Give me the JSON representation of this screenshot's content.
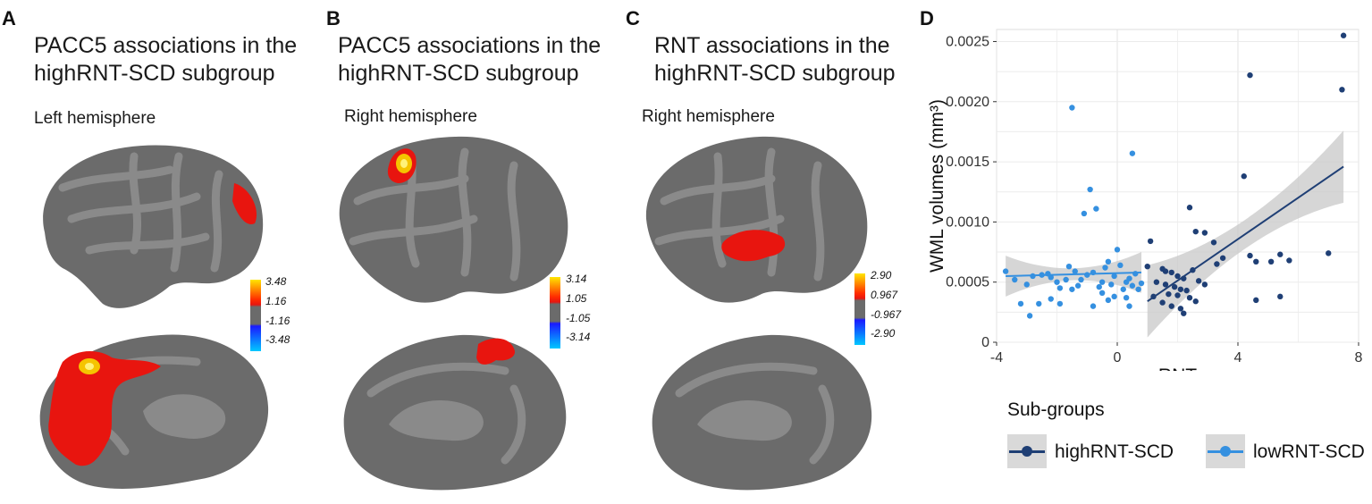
{
  "panels": [
    {
      "letter": "A",
      "title_line1": "PACC5 associations in the",
      "title_line2": "highRNT-SCD subgroup",
      "hemisphere": "Left hemisphere",
      "colorbar": [
        "3.48",
        "1.16",
        "-1.16",
        "-3.48"
      ]
    },
    {
      "letter": "B",
      "title_line1": "PACC5 associations in the",
      "title_line2": "highRNT-SCD subgroup",
      "hemisphere": "Right hemisphere",
      "colorbar": [
        "3.14",
        "1.05",
        "-1.05",
        "-3.14"
      ]
    },
    {
      "letter": "C",
      "title_line1": "RNT associations in the",
      "title_line2": "highRNT-SCD subgroup",
      "hemisphere": "Right hemisphere",
      "colorbar": [
        "2.90",
        "0.967",
        "-0.967",
        "-2.90"
      ]
    }
  ],
  "chart_data": {
    "letter": "D",
    "type": "scatter",
    "xlabel": "RNT",
    "ylabel": "WML volumes (mm³)",
    "xlim": [
      -4,
      8
    ],
    "ylim": [
      0,
      0.0026
    ],
    "xticks": [
      "-4",
      "0",
      "4",
      "8"
    ],
    "yticks": [
      "0",
      "0.0005",
      "0.0010",
      "0.0015",
      "0.0020",
      "0.0025"
    ],
    "grid": true,
    "legend_title": "Sub-groups",
    "legend_position": "bottom",
    "series": [
      {
        "name": "highRNT-SCD",
        "color": "#1f3f75",
        "points": [
          [
            7.5,
            0.00255
          ],
          [
            7.45,
            0.0021
          ],
          [
            4.4,
            0.00222
          ],
          [
            4.2,
            0.00138
          ],
          [
            2.4,
            0.00112
          ],
          [
            3.2,
            0.00083
          ],
          [
            2.6,
            0.00092
          ],
          [
            1.1,
            0.00084
          ],
          [
            2.9,
            0.00091
          ],
          [
            4.4,
            0.00072
          ],
          [
            4.6,
            0.00067
          ],
          [
            5.1,
            0.00067
          ],
          [
            5.4,
            0.00073
          ],
          [
            5.7,
            0.00068
          ],
          [
            7.0,
            0.00074
          ],
          [
            5.4,
            0.00038
          ],
          [
            4.6,
            0.00035
          ],
          [
            1.0,
            0.00063
          ],
          [
            1.5,
            0.00061
          ],
          [
            1.6,
            0.00059
          ],
          [
            1.8,
            0.00058
          ],
          [
            2.0,
            0.00055
          ],
          [
            2.2,
            0.00053
          ],
          [
            2.5,
            0.0006
          ],
          [
            2.7,
            0.00051
          ],
          [
            1.3,
            0.0005
          ],
          [
            1.6,
            0.00048
          ],
          [
            1.9,
            0.00046
          ],
          [
            2.1,
            0.00044
          ],
          [
            2.3,
            0.00043
          ],
          [
            1.7,
            0.0004
          ],
          [
            2.0,
            0.00039
          ],
          [
            2.4,
            0.00037
          ],
          [
            2.6,
            0.00034
          ],
          [
            1.8,
            0.0003
          ],
          [
            2.1,
            0.00028
          ],
          [
            2.2,
            0.00024
          ],
          [
            1.5,
            0.00033
          ],
          [
            3.3,
            0.00065
          ],
          [
            3.5,
            0.0007
          ],
          [
            1.2,
            0.00038
          ],
          [
            2.9,
            0.00048
          ]
        ],
        "fit": {
          "x": [
            1.0,
            7.5
          ],
          "y": [
            0.00034,
            0.00146
          ]
        }
      },
      {
        "name": "lowRNT-SCD",
        "color": "#3590e0",
        "points": [
          [
            -1.5,
            0.00195
          ],
          [
            0.5,
            0.00157
          ],
          [
            -0.9,
            0.00127
          ],
          [
            -1.1,
            0.00107
          ],
          [
            -0.7,
            0.00111
          ],
          [
            -3.7,
            0.00059
          ],
          [
            -3.4,
            0.00052
          ],
          [
            -3.0,
            0.00048
          ],
          [
            -2.8,
            0.00055
          ],
          [
            -2.5,
            0.00056
          ],
          [
            -2.3,
            0.00057
          ],
          [
            -2.2,
            0.00054
          ],
          [
            -2.0,
            0.0005
          ],
          [
            -1.9,
            0.00045
          ],
          [
            -1.7,
            0.00052
          ],
          [
            -1.6,
            0.00063
          ],
          [
            -1.4,
            0.00059
          ],
          [
            -1.3,
            0.00047
          ],
          [
            -1.2,
            0.00052
          ],
          [
            -1.0,
            0.00056
          ],
          [
            -0.8,
            0.00058
          ],
          [
            -0.6,
            0.00046
          ],
          [
            -0.5,
            0.0005
          ],
          [
            -0.4,
            0.00062
          ],
          [
            -0.3,
            0.00067
          ],
          [
            -0.2,
            0.00048
          ],
          [
            -0.1,
            0.00055
          ],
          [
            0.0,
            0.00077
          ],
          [
            0.1,
            0.00064
          ],
          [
            0.2,
            0.00044
          ],
          [
            0.3,
            0.0005
          ],
          [
            0.4,
            0.00053
          ],
          [
            0.5,
            0.00047
          ],
          [
            0.6,
            0.00057
          ],
          [
            0.7,
            0.00044
          ],
          [
            0.8,
            0.00049
          ],
          [
            -0.3,
            0.00035
          ],
          [
            -0.1,
            0.00038
          ],
          [
            0.3,
            0.00037
          ],
          [
            -2.2,
            0.00036
          ],
          [
            -1.9,
            0.00032
          ],
          [
            -2.6,
            0.00032
          ],
          [
            -3.2,
            0.00032
          ],
          [
            -2.9,
            0.00022
          ],
          [
            -0.8,
            0.0003
          ],
          [
            0.4,
            0.0003
          ],
          [
            -0.5,
            0.00041
          ],
          [
            -1.5,
            0.00044
          ]
        ],
        "fit": {
          "x": [
            -3.7,
            0.8
          ],
          "y": [
            0.00055,
            0.00058
          ]
        }
      }
    ]
  }
}
